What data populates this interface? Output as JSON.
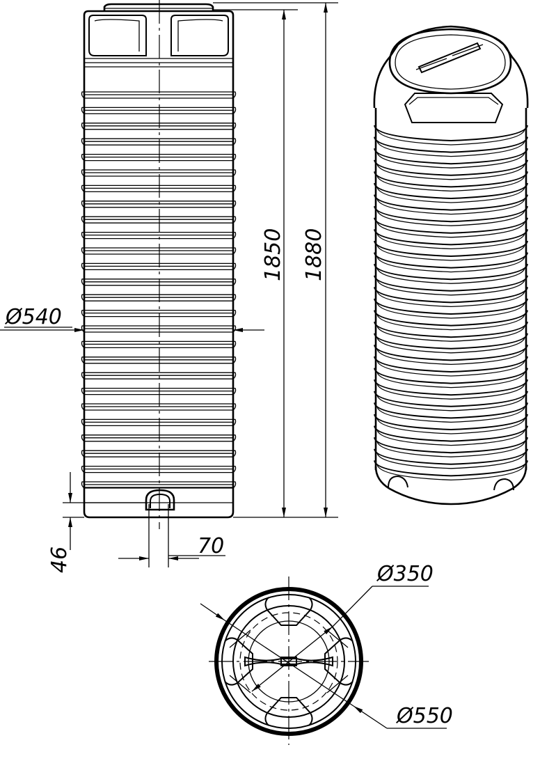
{
  "dimensions": {
    "body_height": "1850",
    "total_height": "1880",
    "body_diameter": "Ø540",
    "outlet_height": "46",
    "outlet_width": "70",
    "hatch_diameter": "Ø350",
    "outer_diameter": "Ø550"
  }
}
